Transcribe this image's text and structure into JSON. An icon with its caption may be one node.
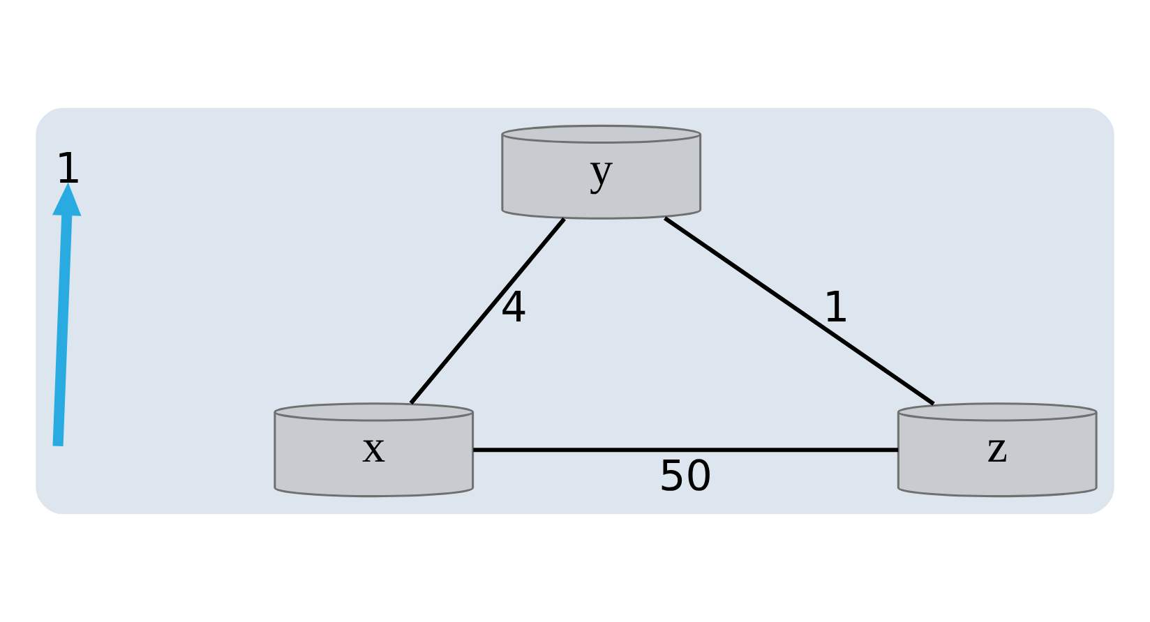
{
  "diagram": {
    "nodes": [
      {
        "text": [],
        "shape": "cloud"
      },
      {
        "text": [
          "y"
        ],
        "in": 0
      },
      {
        "text": [
          "x"
        ],
        "in": 0
      },
      {
        "text": [
          "z"
        ],
        "in": 0
      },
      {
        "text": [
          "1"
        ],
        "in": 0
      }
    ],
    "edges": [
      {
        "from": 2,
        "to": 1,
        "label": "4",
        "arrow": "none"
      },
      {
        "from": 1,
        "to": 3,
        "label": "1",
        "arrow": "none"
      },
      {
        "from": 2,
        "to": 3,
        "label": "50",
        "arrow": "none"
      },
      {
        "from": null,
        "to": 4,
        "arrow": "to",
        "style": "thick",
        "color": "#29abe2"
      }
    ]
  }
}
